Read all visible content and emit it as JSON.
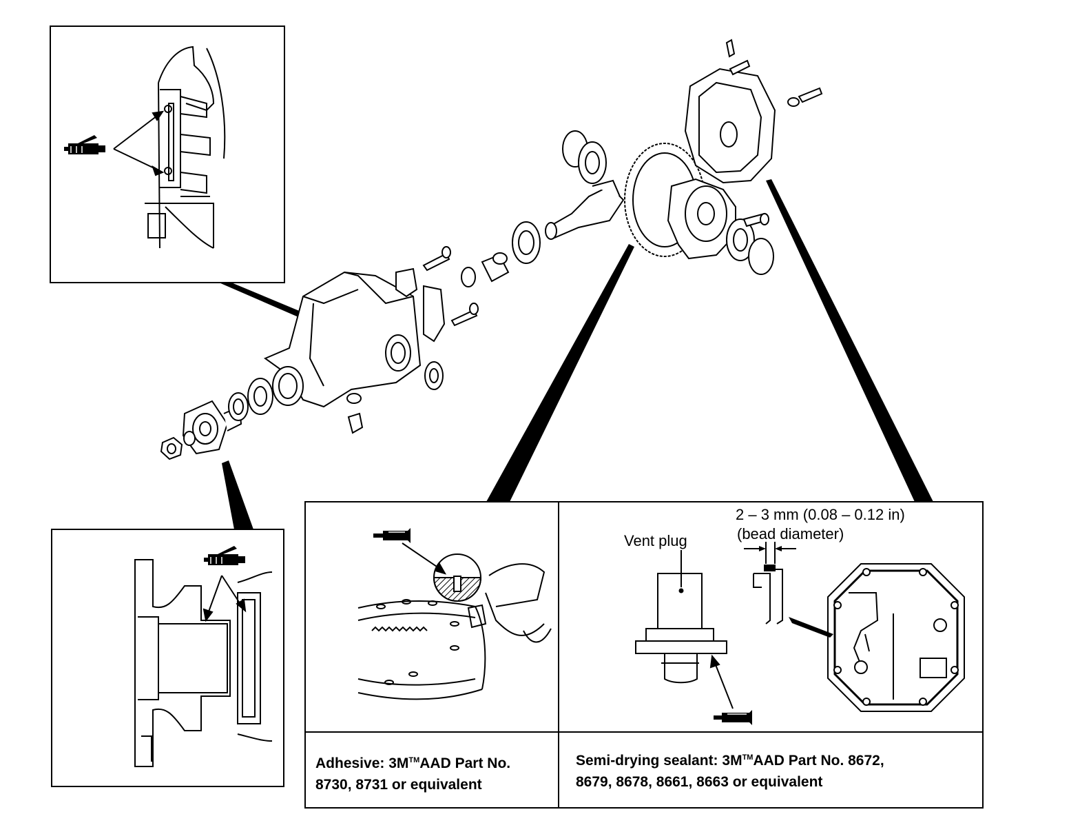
{
  "callouts": {
    "vent_plug": "Vent plug",
    "bead_dimension": "2 – 3 mm (0.08 – 0.12 in)",
    "bead_note": "(bead diameter)"
  },
  "legend": {
    "adhesive_line1_pre": "Adhesive: 3M",
    "adhesive_tm": "TM",
    "adhesive_line1_post": "AAD Part No.",
    "adhesive_line2": "8730, 8731 or equivalent",
    "sealant_line1_pre": "Semi-drying sealant: 3M",
    "sealant_tm": "TM",
    "sealant_line1_post": "AAD Part No. 8672,",
    "sealant_line2": "8679, 8678, 8661, 8663 or equivalent"
  },
  "icons": {
    "sealant_gun": "sealant-gun-icon",
    "adhesive_tube": "adhesive-tube-icon",
    "sealant_tube": "sealant-tube-icon"
  },
  "colors": {
    "line": "#000000",
    "background": "#ffffff",
    "hatch": "#000000"
  }
}
